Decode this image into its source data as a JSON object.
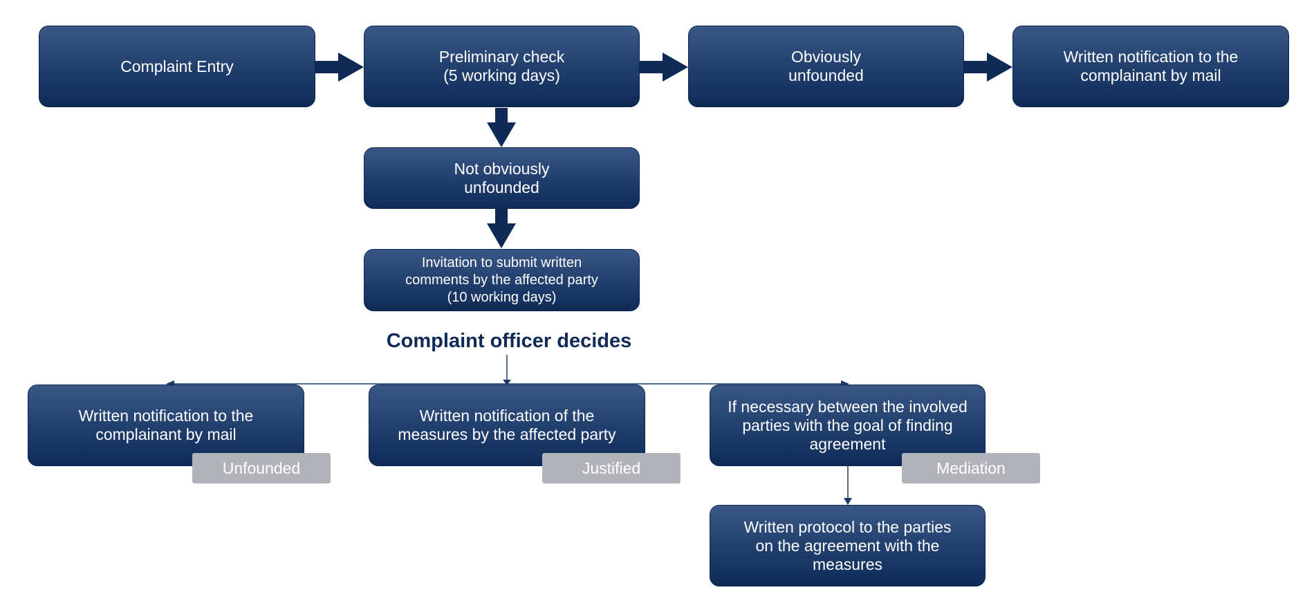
{
  "nodes": {
    "complaint_entry": "Complaint Entry",
    "preliminary_check": "Preliminary check\n(5 working days)",
    "obviously_unfounded": "Obviously\nunfounded",
    "notification_mail_top": "Written notification to the\ncomplainant by mail",
    "not_obviously_unfounded": "Not obviously\nunfounded",
    "invitation": "Invitation to submit written\ncomments by the affected party\n(10 working days)",
    "notification_mail_bottom": "Written notification to the\ncomplainant by mail",
    "notification_measures": "Written notification of the\nmeasures by the affected party",
    "mediation_text": "If necessary between the involved\nparties with the goal of finding\nagreement",
    "protocol": "Written protocol to the parties\non the agreement with the\nmeasures"
  },
  "decision_heading": "Complaint officer decides",
  "badges": {
    "unfounded": "Unfounded",
    "justified": "Justified",
    "mediation": "Mediation"
  },
  "colors": {
    "box_dark": "#0f2a57",
    "box_light": "#3a5785",
    "badge": "#b2b2b9",
    "heading": "#0f2a57"
  }
}
